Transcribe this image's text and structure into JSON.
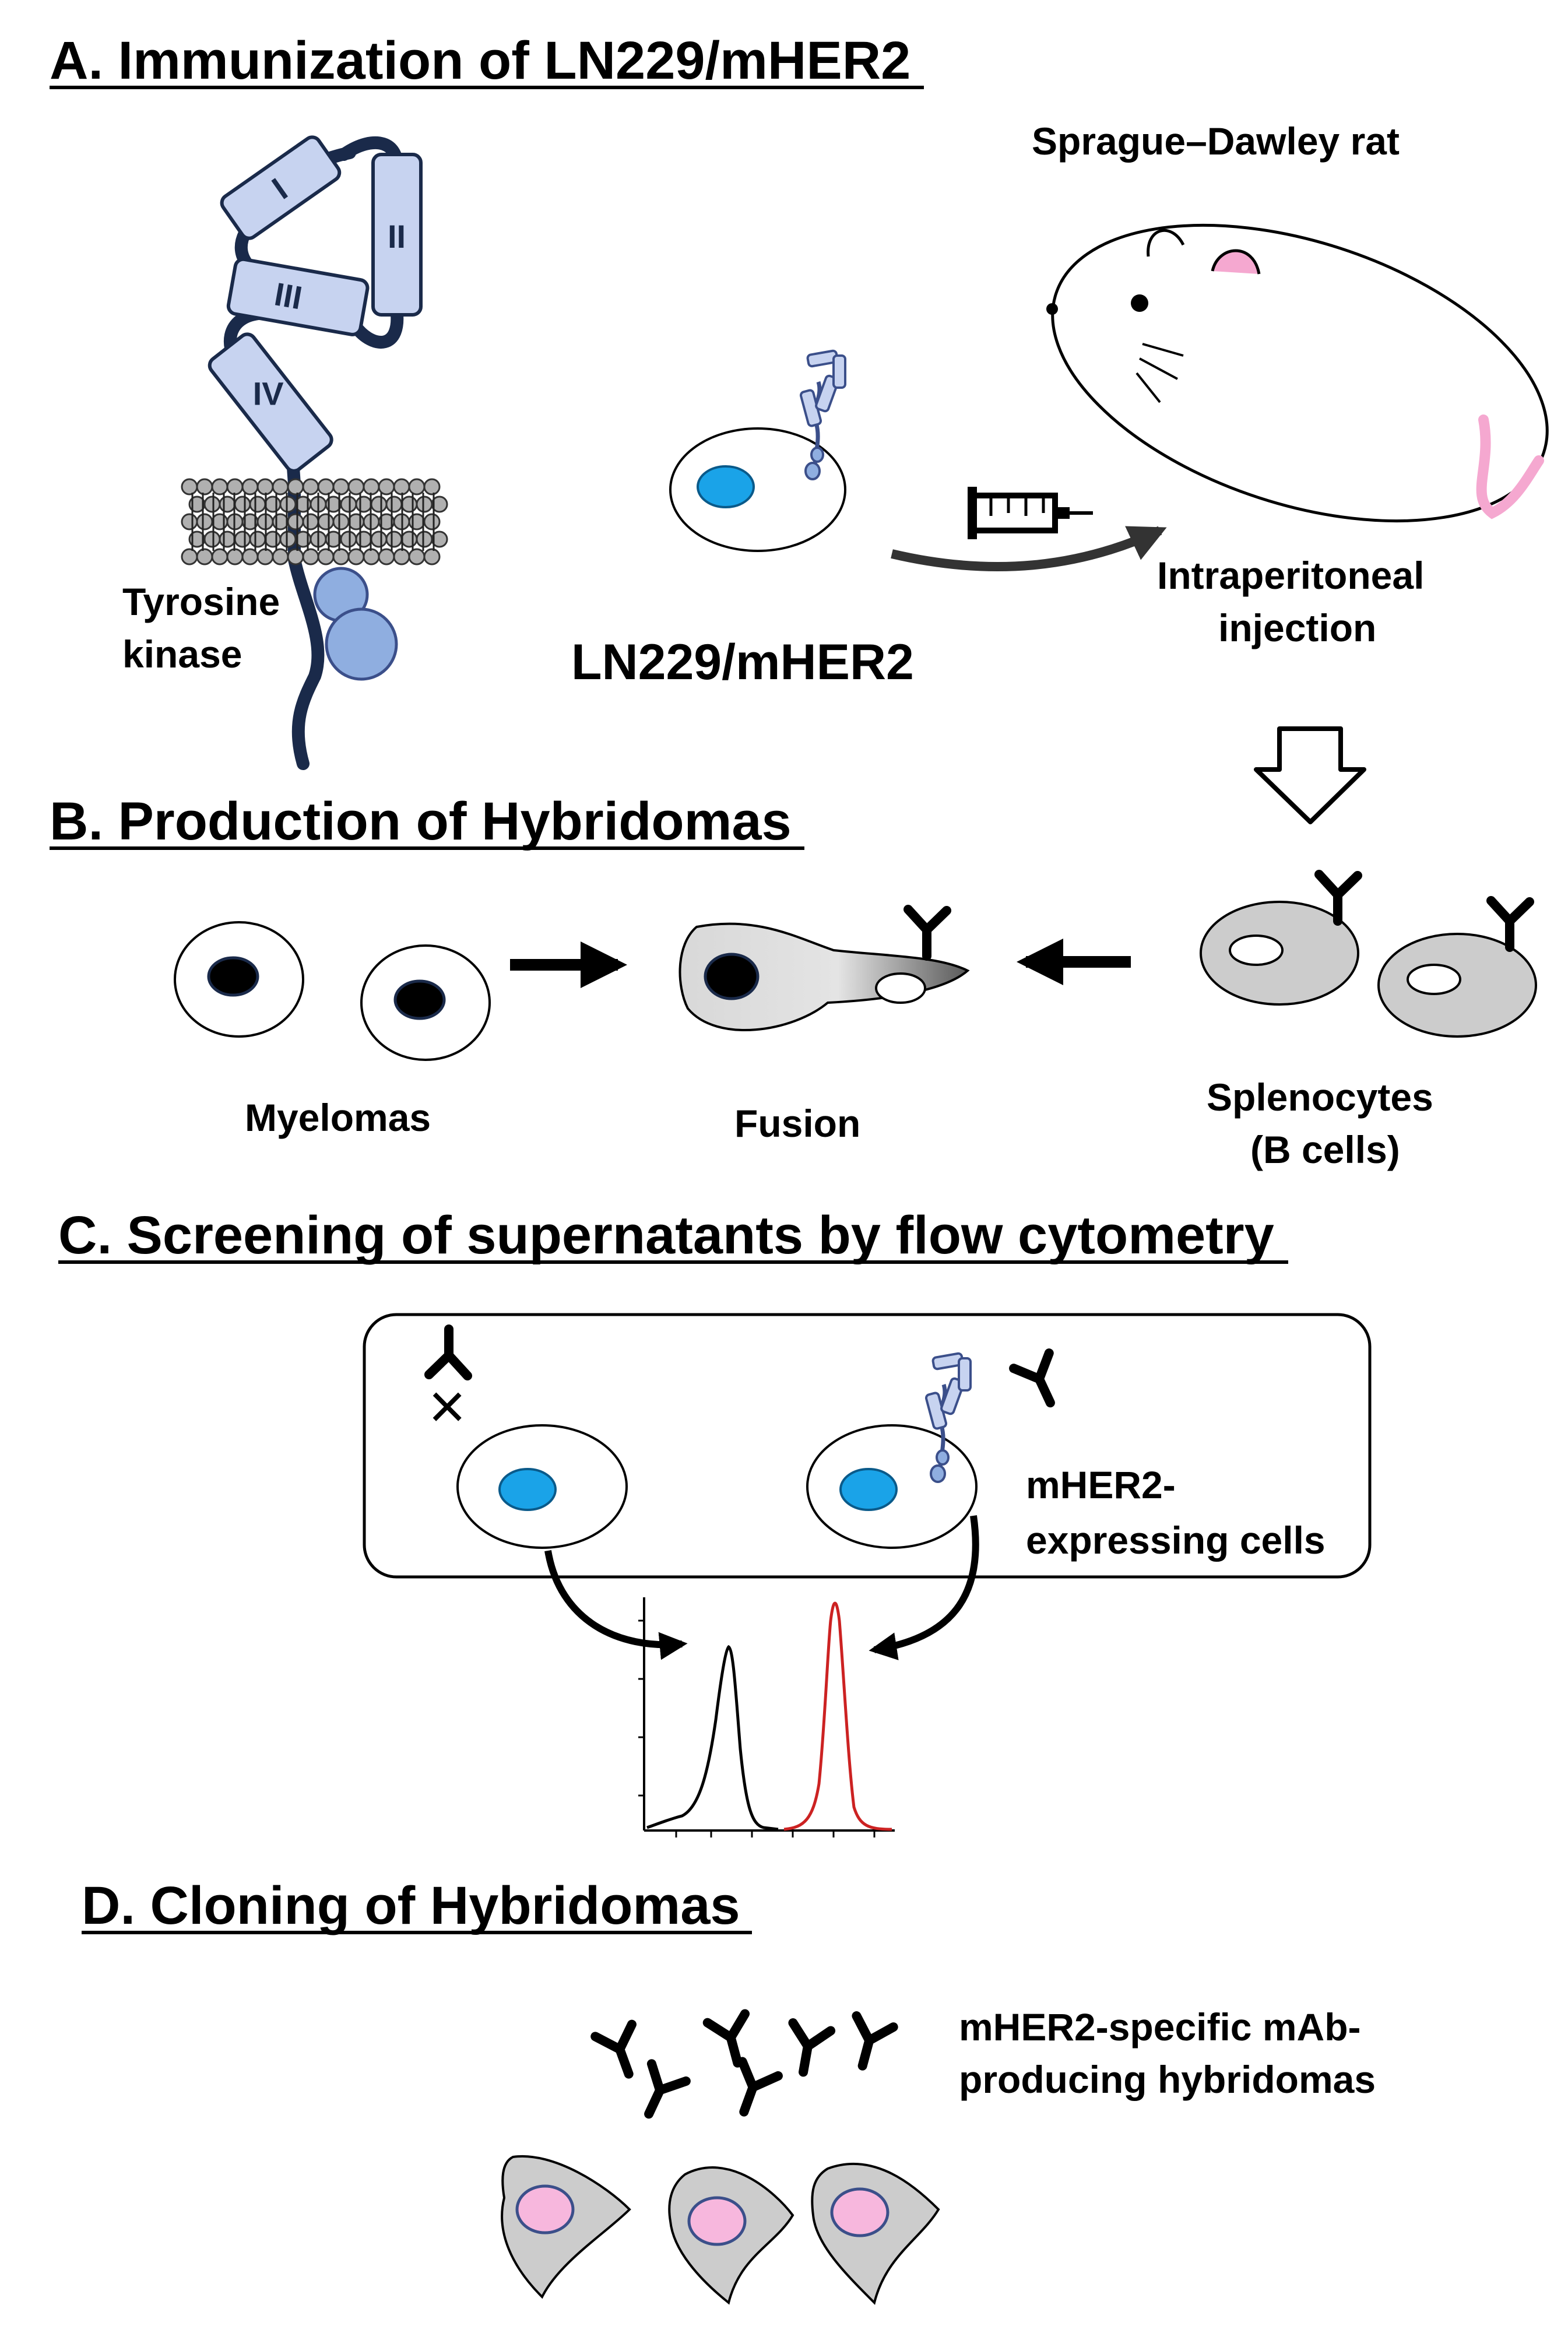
{
  "sections": {
    "a": {
      "title": "A. Immunization of LN229/mHER2"
    },
    "b": {
      "title": "B. Production of Hybridomas"
    },
    "c": {
      "title": "C. Screening of supernatants by flow cytometry"
    },
    "d": {
      "title": "D. Cloning of Hybridomas"
    }
  },
  "labels": {
    "domain_1": "I",
    "domain_2": "II",
    "domain_3": "III",
    "domain_4": "IV",
    "tyrosine_kinase_line1": "Tyrosine",
    "tyrosine_kinase_line2": "kinase",
    "cell_line": "LN229/mHER2",
    "rat": "Sprague–Dawley rat",
    "injection_line1": "Intraperitoneal",
    "injection_line2": "injection",
    "myelomas": "Myelomas",
    "fusion": "Fusion",
    "splenocytes_line1": "Splenocytes",
    "splenocytes_line2": "(B cells)",
    "expressing_line1": "mHER2-",
    "expressing_line2": "expressing cells",
    "specific_line1": "mHER2-specific mAb-",
    "specific_line2": "producing hybridomas",
    "no_binding_mark": "×"
  },
  "colors": {
    "receptor_fill": "#c7d3f0",
    "receptor_stroke": "#3b4f8a",
    "dark_navy": "#1a2a4a",
    "nucleus_blue": "#1aa3e8",
    "kinase_blue": "#8faee0",
    "grey_cell": "#cccccc",
    "hybridoma_nucleus": "#f7b7dd",
    "rat_pink": "#f5a8d0",
    "histogram_red": "#cc2222"
  }
}
